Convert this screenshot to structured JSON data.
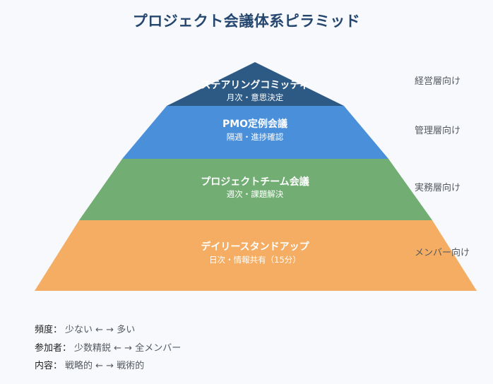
{
  "title": "プロジェクト会議体系ピラミッド",
  "tiers": [
    {
      "name": "ステアリングコミッティ",
      "detail": "月次・意思決定",
      "audience": "経営層向け",
      "color": "#2d5985"
    },
    {
      "name": "PMO定例会議",
      "detail": "隔週・進捗確認",
      "audience": "管理層向け",
      "color": "#4a8fd9"
    },
    {
      "name": "プロジェクトチーム会議",
      "detail": "週次・課題解決",
      "audience": "実務層向け",
      "color": "#72ae74"
    },
    {
      "name": "デイリースタンドアップ",
      "detail": "日次・情報共有（15分）",
      "audience": "メンバー向け",
      "color": "#f4ad63"
    }
  ],
  "legend": [
    {
      "label": "頻度：",
      "value": "少ない ← → 多い"
    },
    {
      "label": "参加者：",
      "value": "少数精鋭 ← → 全メンバー"
    },
    {
      "label": "内容：",
      "value": "戦略的 ← → 戦術的"
    }
  ]
}
